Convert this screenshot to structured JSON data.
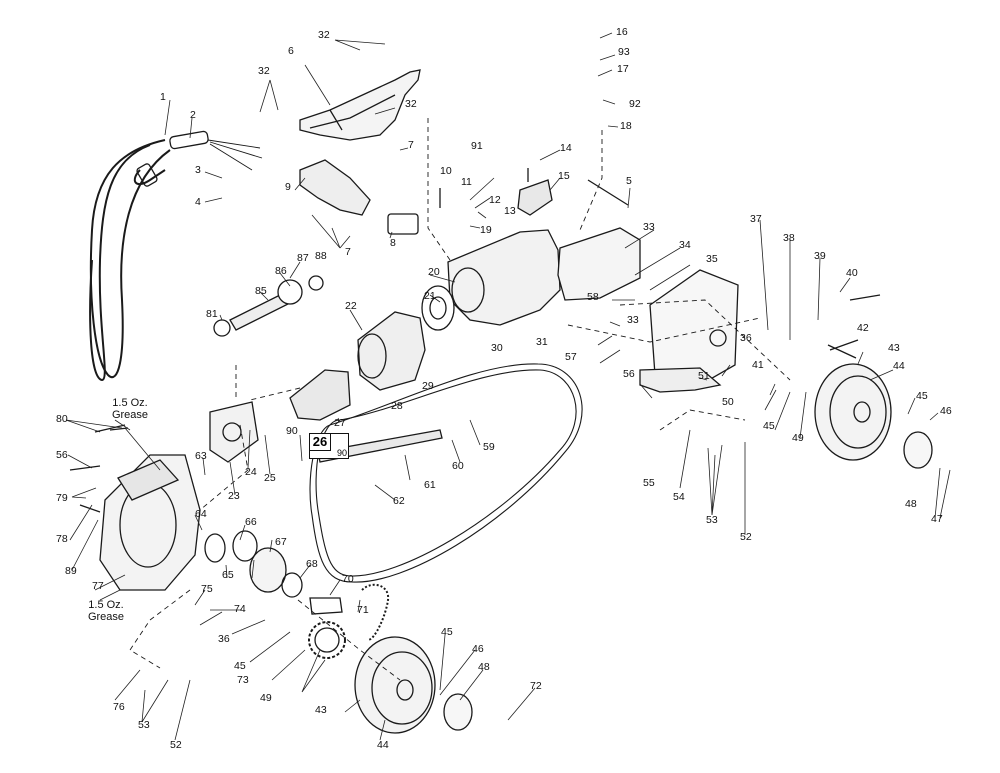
{
  "diagram": {
    "part_numbers": [
      "1",
      "2",
      "3",
      "4",
      "5",
      "6",
      "7",
      "8",
      "9",
      "10",
      "11",
      "12",
      "13",
      "14",
      "15",
      "16",
      "17",
      "18",
      "19",
      "20",
      "21",
      "22",
      "23",
      "24",
      "25",
      "27",
      "28",
      "29",
      "30",
      "31",
      "32",
      "33",
      "34",
      "35",
      "36",
      "37",
      "38",
      "39",
      "40",
      "41",
      "42",
      "43",
      "44",
      "45",
      "46",
      "47",
      "48",
      "49",
      "50",
      "51",
      "52",
      "53",
      "54",
      "55",
      "56",
      "57",
      "58",
      "59",
      "60",
      "61",
      "62",
      "63",
      "64",
      "65",
      "66",
      "67",
      "68",
      "70",
      "71",
      "72",
      "73",
      "74",
      "75",
      "76",
      "77",
      "78",
      "79",
      "80",
      "81",
      "85",
      "86",
      "87",
      "88",
      "89",
      "90",
      "91",
      "92",
      "93"
    ],
    "notes": {
      "grease_upper": "1.5 Oz.\nGrease",
      "grease_lower": "1.5 Oz.\nGrease"
    },
    "sheet_reference": {
      "part": "26",
      "sheet": "90"
    }
  }
}
